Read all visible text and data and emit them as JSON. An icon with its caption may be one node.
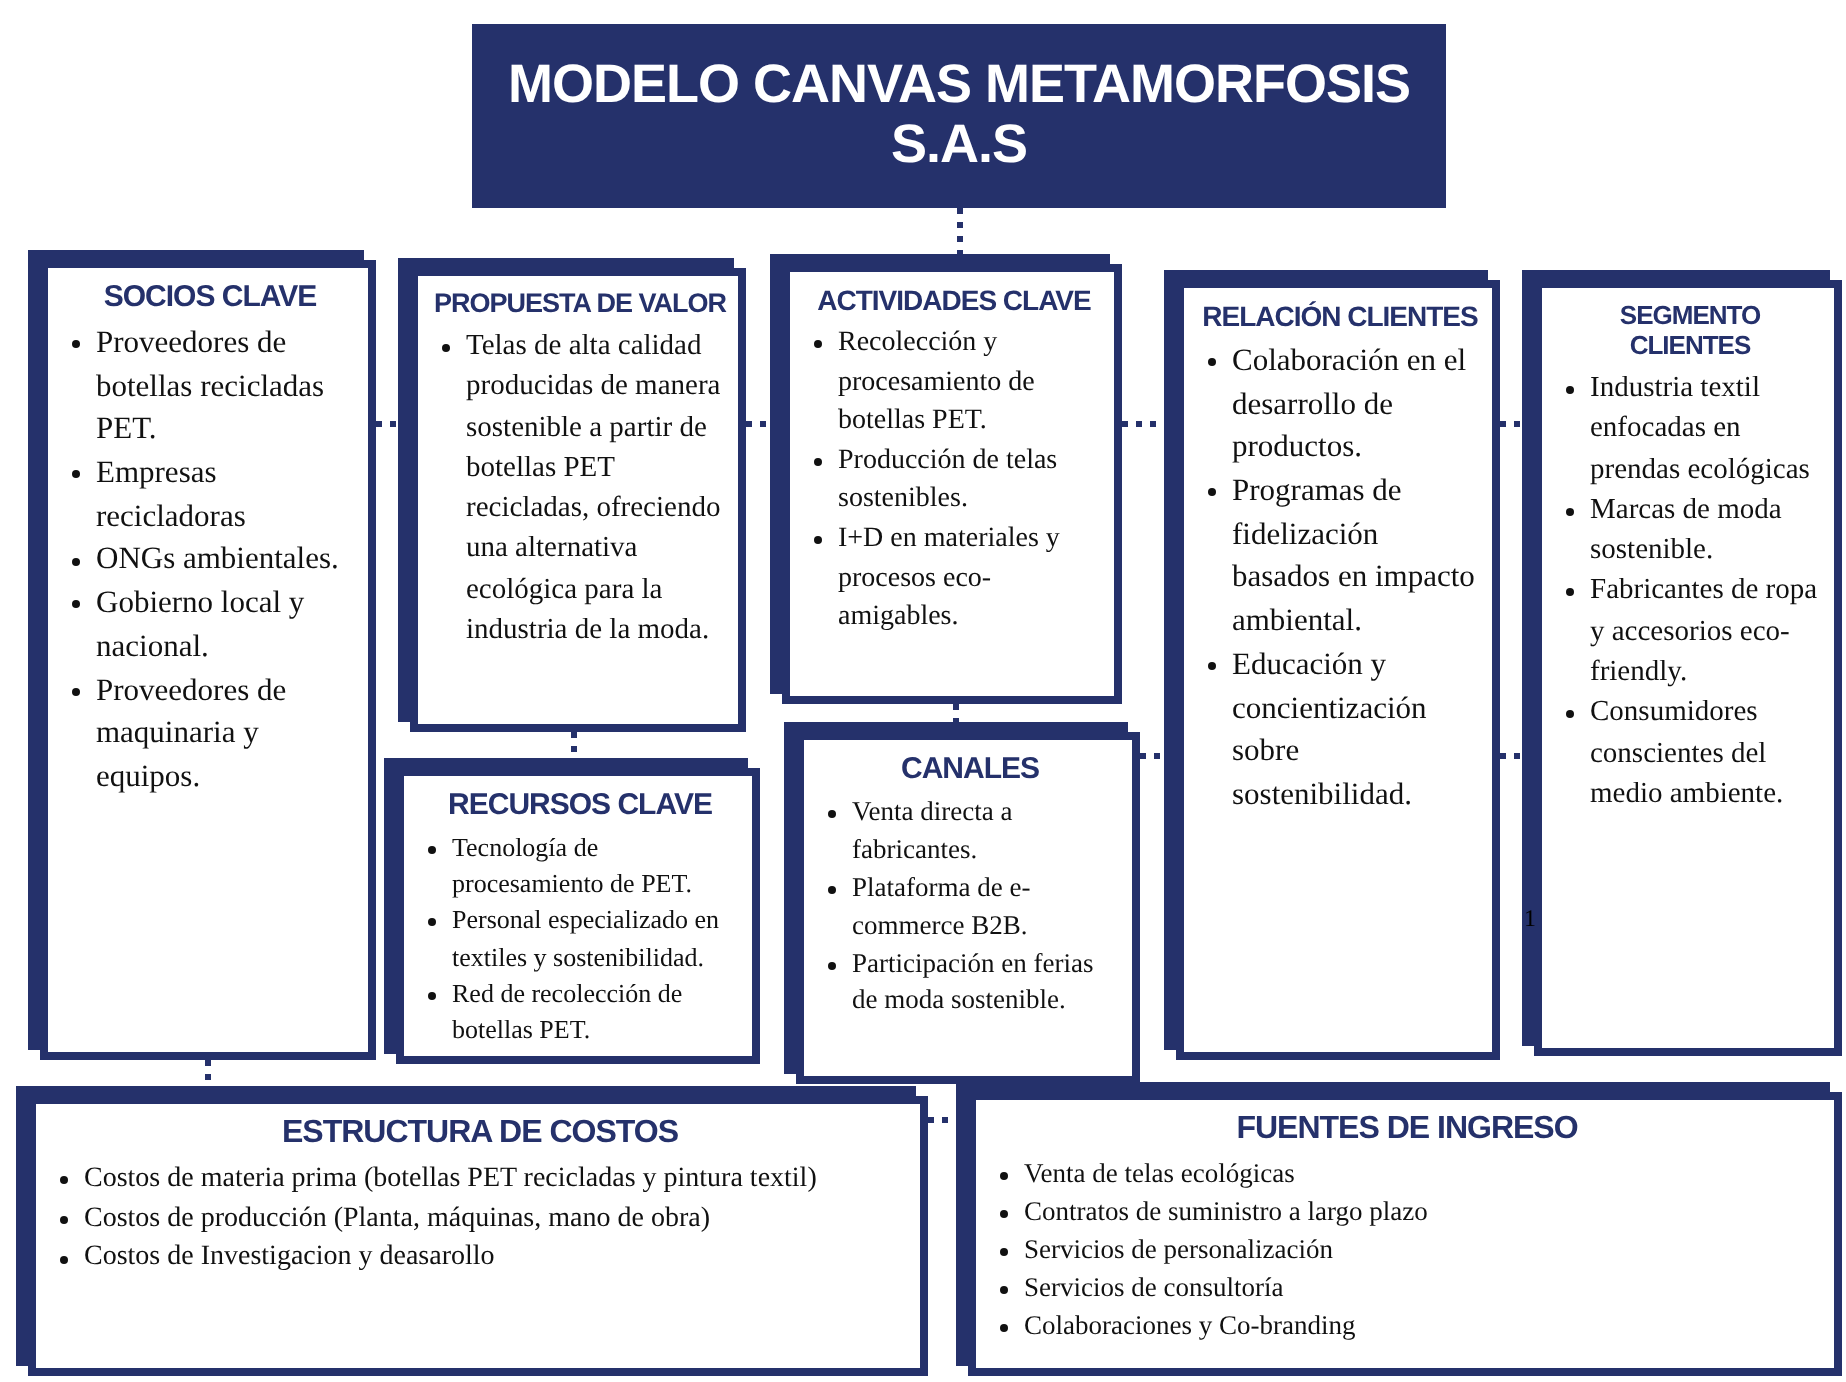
{
  "diagram": {
    "title": "MODELO CANVAS METAMORFOSIS S.A.S",
    "nodes": [
      {
        "text": [],
        "shape": "box"
      },
      {
        "text": [
          "SOCIOS CLAVE",
          "Proveedores de botellas recicladas PET.",
          "Empresas recicladoras",
          "ONGs ambientales.",
          "Gobierno local y nacional.",
          "Proveedores de maquinaria y equipos."
        ]
      },
      {
        "text": [
          "PROPUESTA DE VALOR",
          "Telas de alta calidad producidas de manera sostenible a partir de botellas PET recicladas, ofreciendo una alternativa ecológica para la industria de la moda."
        ]
      },
      {
        "text": [
          "ACTIVIDADES CLAVE",
          "Recolección y procesamiento de botellas PET.",
          "Producción de telas sostenibles.",
          "I+D en materiales y procesos eco-amigables."
        ]
      },
      {
        "text": [
          "RELACIÓN CLIENTES",
          "Colaboración en el desarrollo de productos.",
          "Programas de fidelización basados en impacto ambiental.",
          "Educación y concientización sobre sostenibilidad."
        ]
      },
      {
        "text": [
          "SEGMENTO CLIENTES",
          "Industria textil enfocadas en prendas ecológicas",
          "Marcas de moda sostenible.",
          "Fabricantes de ropa y accesorios eco-friendly.",
          "Consumidores conscientes del medio ambiente."
        ]
      },
      {
        "text": [
          "RECURSOS CLAVE",
          "Tecnología de procesamiento de PET.",
          "Personal especializado en textiles y sostenibilidad.",
          "Red de recolección de botellas PET."
        ]
      },
      {
        "text": [
          "CANALES",
          "Venta directa a fabricantes.",
          "Plataforma de e-commerce B2B.",
          "Participación en ferias de moda sostenible."
        ]
      },
      {
        "text": [
          "ESTRUCTURA DE COSTOS",
          "Costos de materia prima (botellas PET recicladas y pintura textil)",
          "Costos de producción (Planta, máquinas, mano de obra)",
          "Costos de Investigacion y deasarollo"
        ]
      },
      {
        "text": [
          "FUENTES DE INGRESO",
          "Venta de telas ecológicas",
          "Contratos de suministro a largo plazo",
          "Servicios de personalización",
          "Servicios de consultoría",
          "Colaboraciones y Co-branding"
        ]
      }
    ],
    "edges": [
      {
        "from": 0,
        "to": 3,
        "arrow": "none",
        "style": "dashed"
      },
      {
        "from": 1,
        "to": 2,
        "arrow": "none",
        "style": "dashed"
      },
      {
        "from": 2,
        "to": 3,
        "arrow": "none",
        "style": "dashed"
      },
      {
        "from": 3,
        "to": 4,
        "arrow": "none",
        "style": "dashed"
      },
      {
        "from": 4,
        "to": 5,
        "arrow": "none",
        "style": "dashed"
      },
      {
        "from": 2,
        "to": 6,
        "arrow": "none",
        "style": "dashed"
      },
      {
        "from": 3,
        "to": 7,
        "arrow": "none",
        "style": "dashed"
      },
      {
        "from": 7,
        "to": 4,
        "arrow": "none",
        "style": "dashed"
      },
      {
        "from": 4,
        "to": 5,
        "arrow": "none",
        "style": "dashed"
      },
      {
        "from": 1,
        "to": 8,
        "arrow": "none",
        "style": "dashed"
      },
      {
        "from": 8,
        "to": 9,
        "arrow": "none",
        "style": "dashed"
      }
    ],
    "labels": [
      "1"
    ]
  }
}
